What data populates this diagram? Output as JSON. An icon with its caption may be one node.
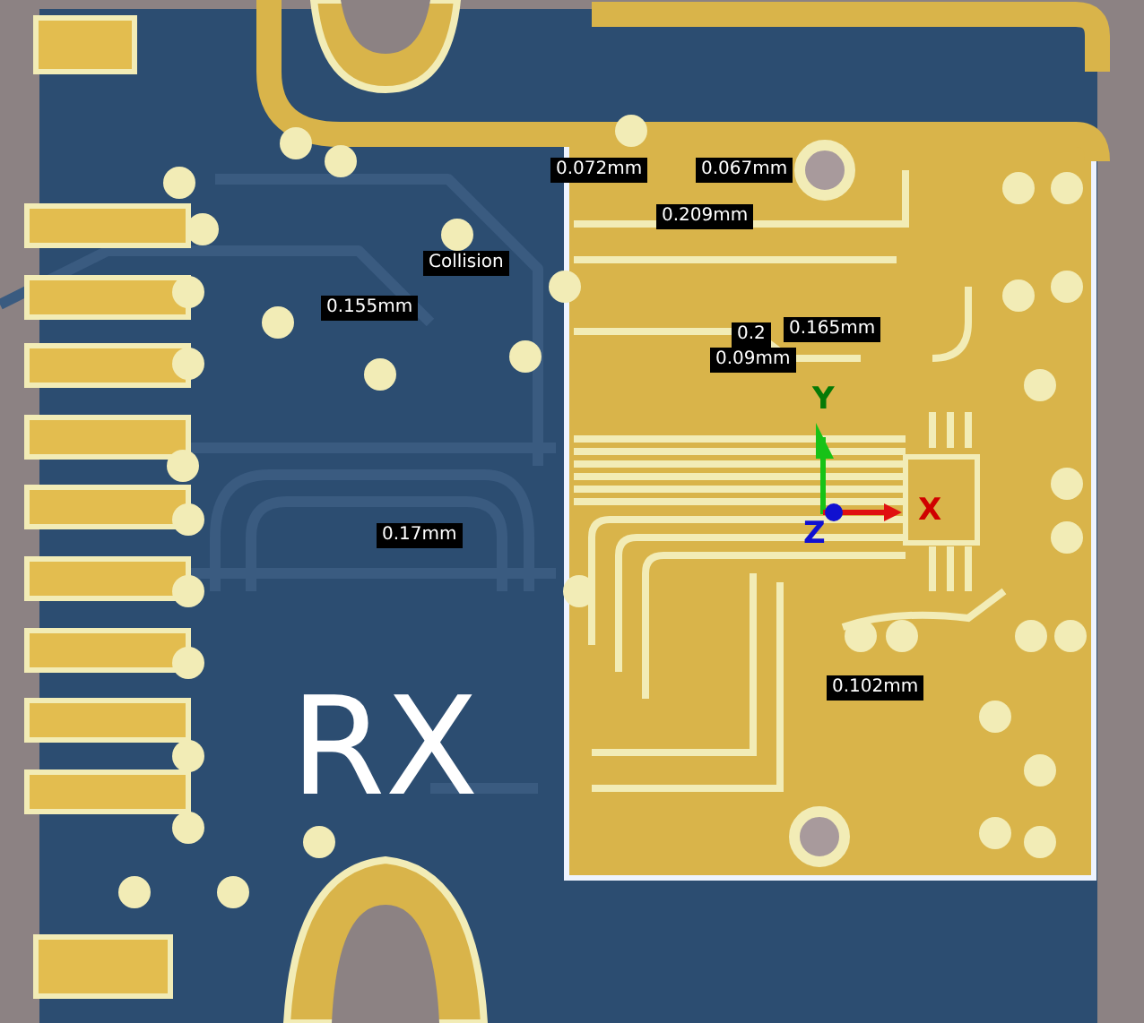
{
  "diagram": {
    "labels": [
      "0.072mm",
      "0.067mm",
      "0.209mm",
      "Collision",
      "0.155mm",
      "0.2",
      "0.165mm",
      "0.09mm",
      "0.17mm",
      "Y",
      "X",
      "Z",
      "0.102mm",
      "RX"
    ]
  }
}
